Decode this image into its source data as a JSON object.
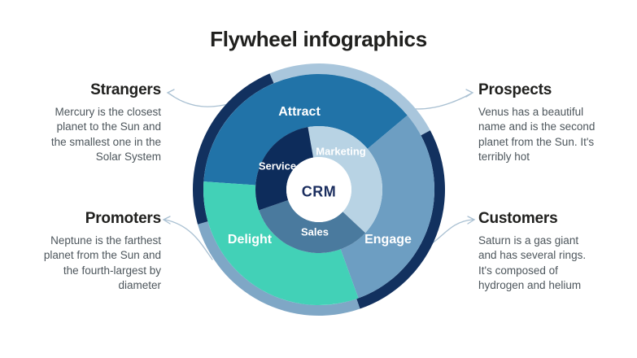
{
  "title": "Flywheel infographics",
  "callouts": [
    {
      "id": "strangers",
      "heading": "Strangers",
      "body": "Mercury is the closest\nplanet to the Sun and\nthe smallest one in the\nSolar System"
    },
    {
      "id": "prospects",
      "heading": "Prospects",
      "body": "Venus has a beautiful\nname and is the second\nplanet from the Sun. It's\nterribly hot"
    },
    {
      "id": "promoters",
      "heading": "Promoters",
      "body": "Neptune is the farthest\nplanet from the Sun and\nthe fourth-largest by\ndiameter"
    },
    {
      "id": "customers",
      "heading": "Customers",
      "body": "Saturn is a gas giant\nand has several rings.\nIt's composed of\nhydrogen and helium"
    }
  ],
  "flywheel": {
    "center_label": "CRM",
    "rings": [
      {
        "name": "outer",
        "segments": [
          {
            "id": "outer-top-pale",
            "color": "#a9c6dc",
            "start": -23,
            "end": 62
          },
          {
            "id": "outer-right-navy",
            "color": "#12315f",
            "start": 62,
            "end": 161
          },
          {
            "id": "outer-bottom-gray",
            "color": "#7fa7c6",
            "start": 161,
            "end": 254
          },
          {
            "id": "outer-left-navy",
            "color": "#12315f",
            "start": 254,
            "end": 337
          }
        ]
      },
      {
        "name": "middle",
        "segments": [
          {
            "id": "attract",
            "label": "Attract",
            "color": "#2173a8",
            "start": -86,
            "end": 50
          },
          {
            "id": "engage",
            "label": "Engage",
            "color": "#6d9ec2",
            "start": 50,
            "end": 160
          },
          {
            "id": "delight",
            "label": "Delight",
            "color": "#42d1b7",
            "start": 160,
            "end": 274
          }
        ]
      },
      {
        "name": "inner",
        "segments": [
          {
            "id": "marketing",
            "label": "Marketing",
            "color": "#b8d3e4",
            "start": -10,
            "end": 133
          },
          {
            "id": "sales",
            "label": "Sales",
            "color": "#4a7a9e",
            "start": 133,
            "end": 251
          },
          {
            "id": "service",
            "label": "Service",
            "color": "#0d2c5b",
            "start": 251,
            "end": 350
          }
        ]
      }
    ]
  },
  "colors": {
    "background": "#ffffff",
    "title_text": "#20201e",
    "heading_text": "#20201e",
    "body_text": "#4d565c",
    "crm_text": "#1b2e5f",
    "connector_line": "#a9c0d2"
  }
}
